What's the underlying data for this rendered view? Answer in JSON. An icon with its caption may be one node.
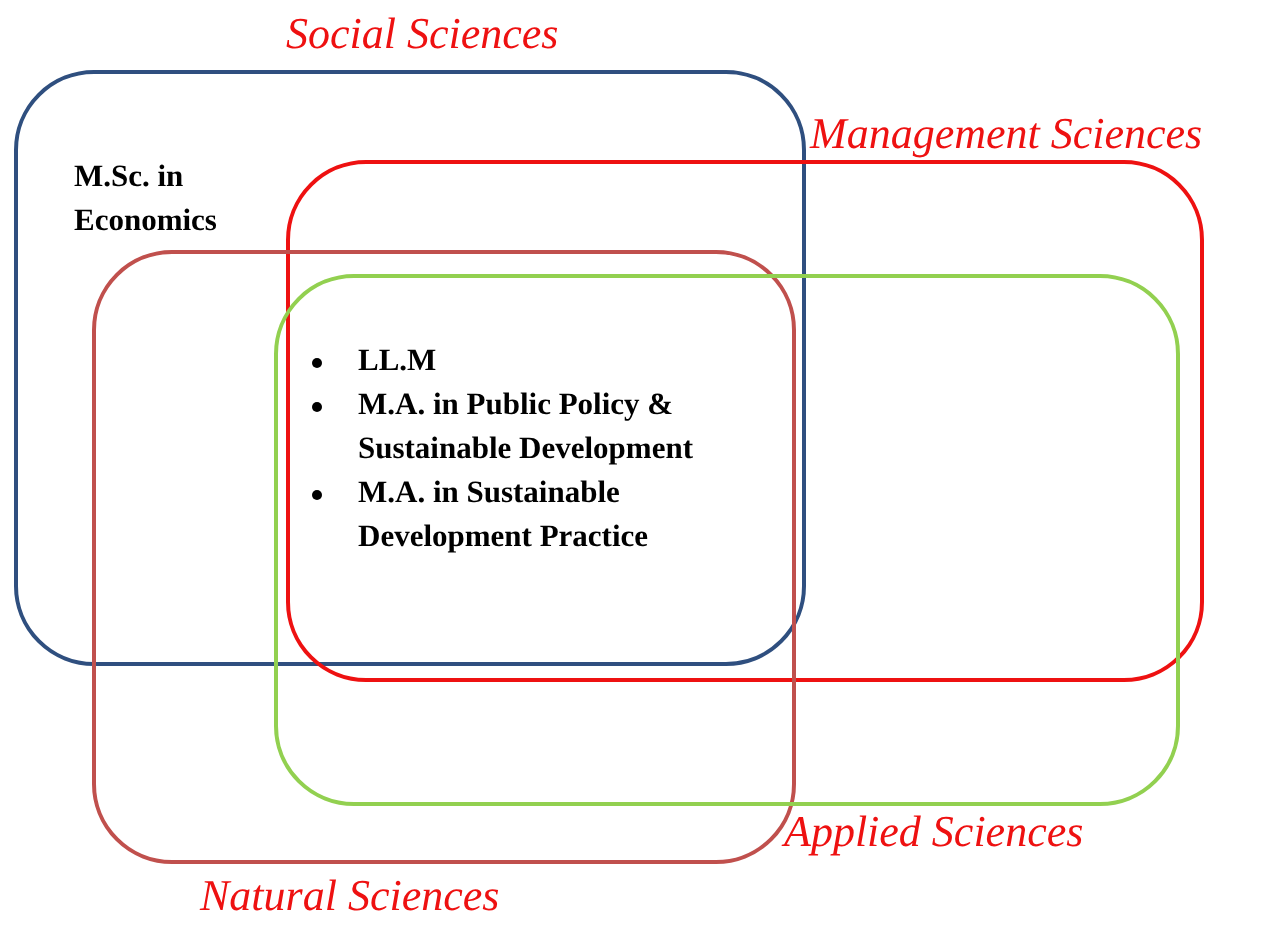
{
  "diagram": {
    "nodes": [
      {
        "text": [
          "Social Sciences",
          "M.Sc. in Economics"
        ]
      },
      {
        "text": [
          "Management Sciences"
        ]
      },
      {
        "text": [
          "Natural Sciences"
        ]
      },
      {
        "text": [
          "Applied Sciences"
        ]
      }
    ],
    "labels": [
      "LL.M",
      "M.A. in Public Policy & Sustainable Development",
      "M.A. in Sustainable Development Practice"
    ]
  }
}
